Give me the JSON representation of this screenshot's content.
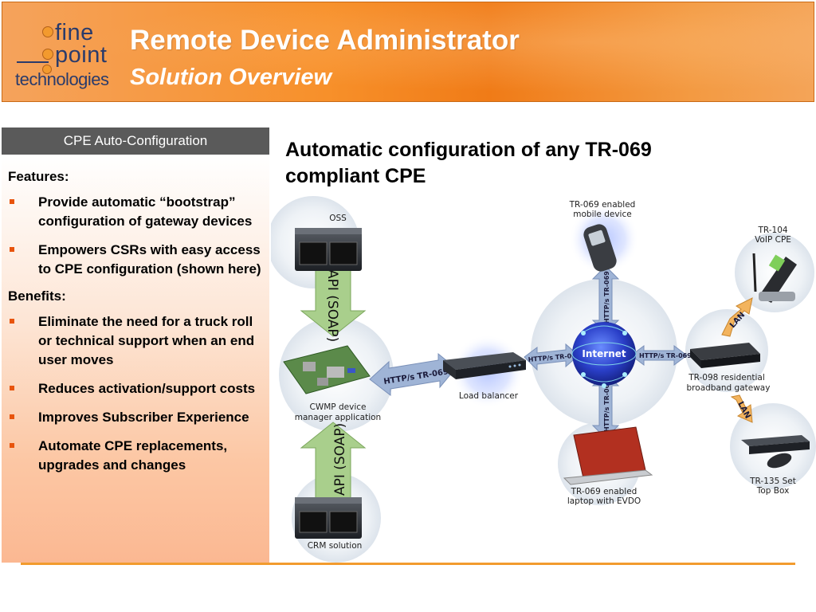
{
  "header": {
    "title": "Remote Device Administrator",
    "subtitle": "Solution Overview",
    "logo": {
      "line1": "fine",
      "line2": "point",
      "line3": "technologies"
    }
  },
  "sidebar": {
    "heading": "CPE Auto-Configuration",
    "features_label": "Features:",
    "features": [
      "Provide automatic “bootstrap” configuration of gateway devices",
      "Empowers CSRs with easy access to CPE configuration (shown here)"
    ],
    "benefits_label": "Benefits:",
    "benefits": [
      "Eliminate the need for a truck roll or technical support when an end user moves",
      "Reduces activation/support costs",
      "Improves Subscriber Experience",
      "Automate CPE replacements, upgrades and changes"
    ]
  },
  "diagram": {
    "title": "Automatic configuration of any TR-069 compliant CPE",
    "nodes": {
      "oss": "OSS",
      "cwmp_line1": "CWMP device",
      "cwmp_line2": "manager application",
      "crm": "CRM solution",
      "load_balancer": "Load balancer",
      "internet": "Internet",
      "mobile_line1": "TR-069 enabled",
      "mobile_line2": "mobile device",
      "laptop_line1": "TR-069 enabled",
      "laptop_line2": "laptop with EVDO",
      "voip_line1": "TR-104",
      "voip_line2": "VoIP CPE",
      "gateway_line1": "TR-098 residential",
      "gateway_line2": "broadband gateway",
      "stb_line1": "TR-135 Set",
      "stb_line2": "Top Box"
    },
    "links": {
      "api_top": "API (SOAP)",
      "api_bottom": "API (SOAP)",
      "http_lb": "HTTP/s TR-069",
      "http_internet": "HTTP/s TR-069",
      "http_gateway": "HTTP/s TR-069",
      "http_mobile": "HTTP/s TR-069",
      "http_laptop": "HTTP/s TR-069",
      "lan_voip": "LAN",
      "lan_stb": "LAN"
    }
  },
  "colors": {
    "header_orange": "#f7902a",
    "title_text": "#ffffff",
    "logo_navy": "#2a3b6b",
    "sidebar_head": "#5a5a5a",
    "bullet": "#e8540c",
    "arrow_blue": "#9fb4d6",
    "arrow_green": "#a9cf8c",
    "lan_orange": "#f3b45e"
  }
}
